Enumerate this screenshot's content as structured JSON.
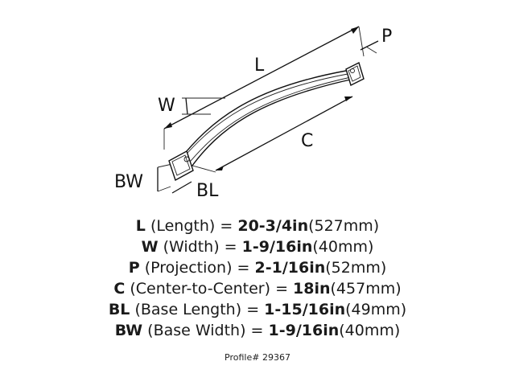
{
  "diagram": {
    "labels": {
      "L": "L",
      "W": "W",
      "P": "P",
      "C": "C",
      "BW": "BW",
      "BL": "BL"
    }
  },
  "specs": [
    {
      "code": "L",
      "name": "(Length)",
      "eq": "=",
      "value": "20-3/4in",
      "metric": "(527mm)"
    },
    {
      "code": "W",
      "name": "(Width)",
      "eq": "=",
      "value": "1-9/16in",
      "metric": "(40mm)"
    },
    {
      "code": "P",
      "name": "(Projection)",
      "eq": "=",
      "value": "2-1/16in",
      "metric": "(52mm)"
    },
    {
      "code": "C",
      "name": "(Center-to-Center)",
      "eq": "=",
      "value": "18in",
      "metric": "(457mm)"
    },
    {
      "code": "BL",
      "name": "(Base Length)",
      "eq": "=",
      "value": "1-15/16in",
      "metric": "(49mm)"
    },
    {
      "code": "BW",
      "name": "(Base Width)",
      "eq": "=",
      "value": "1-9/16in",
      "metric": "(40mm)"
    }
  ],
  "profile": "Profile# 29367"
}
